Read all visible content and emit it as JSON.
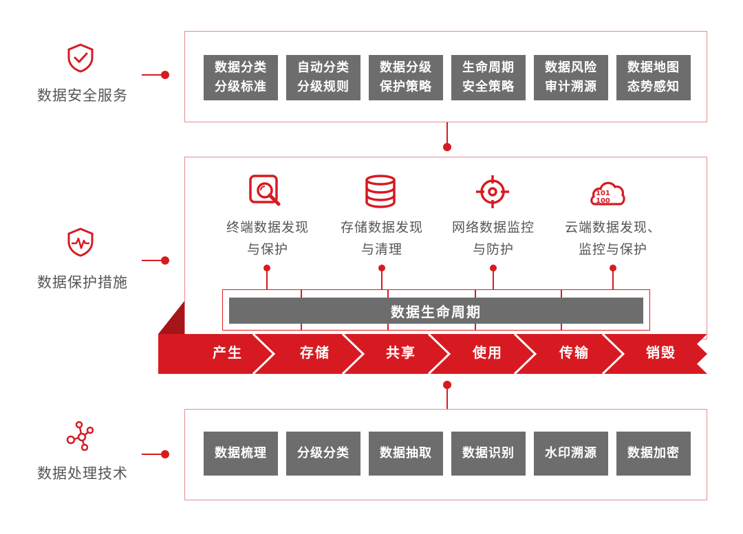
{
  "colors": {
    "accent": "#d71a21",
    "box_gray": "#6d6d6d",
    "label_gray": "#555555",
    "panel_border": "#e58d8f"
  },
  "sections": {
    "service": {
      "label": "数据安全服务",
      "icon": "shield-check-icon",
      "items": [
        {
          "line1": "数据分类",
          "line2": "分级标准"
        },
        {
          "line1": "自动分类",
          "line2": "分级规则"
        },
        {
          "line1": "数据分级",
          "line2": "保护策略"
        },
        {
          "line1": "生命周期",
          "line2": "安全策略"
        },
        {
          "line1": "数据风险",
          "line2": "审计溯源"
        },
        {
          "line1": "数据地图",
          "line2": "态势感知"
        }
      ]
    },
    "protection": {
      "label": "数据保护措施",
      "icon": "shield-pulse-icon",
      "measures": [
        {
          "icon": "search-document-icon",
          "line1": "终端数据发现",
          "line2": "与保护"
        },
        {
          "icon": "database-icon",
          "line1": "存储数据发现",
          "line2": "与清理"
        },
        {
          "icon": "target-icon",
          "line1": "网络数据监控",
          "line2": "与防护"
        },
        {
          "icon": "cloud-binary-icon",
          "line1": "云端数据发现、",
          "line2": "监控与保护"
        }
      ],
      "lifecycle_title": "数据生命周期",
      "stages": [
        "产生",
        "存储",
        "共享",
        "使用",
        "传输",
        "销毁"
      ]
    },
    "technology": {
      "label": "数据处理技术",
      "icon": "molecule-icon",
      "items": [
        "数据梳理",
        "分级分类",
        "数据抽取",
        "数据识别",
        "水印溯源",
        "数据加密"
      ]
    }
  }
}
